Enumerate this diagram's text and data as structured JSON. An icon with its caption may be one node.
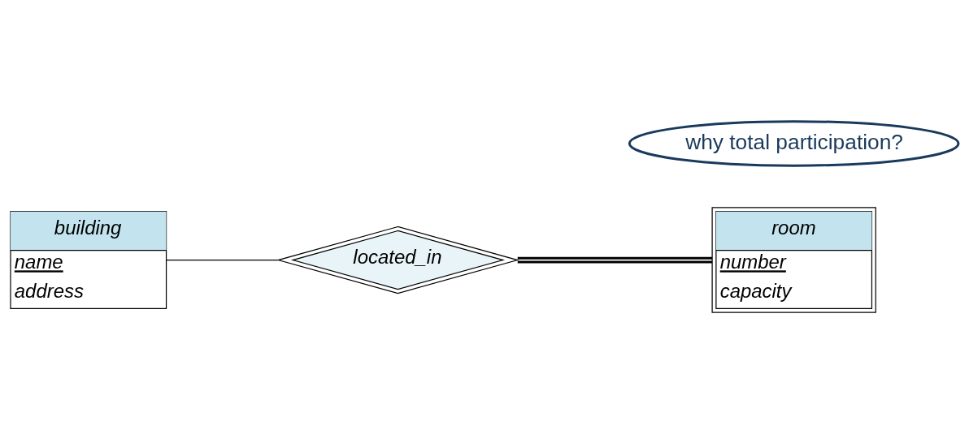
{
  "diagram": {
    "nodes": [
      {
        "text": [
          "building",
          "name",
          "address"
        ]
      },
      {
        "text": [
          "located_in"
        ]
      },
      {
        "text": [
          "why total participation?"
        ]
      },
      {
        "text": [
          "room",
          "number",
          "capacity"
        ]
      }
    ],
    "edges": [
      {
        "from": 0,
        "to": 1,
        "arrow": "none"
      },
      {
        "from": 1,
        "to": 3,
        "arrow": "none",
        "style": "thick"
      }
    ]
  }
}
